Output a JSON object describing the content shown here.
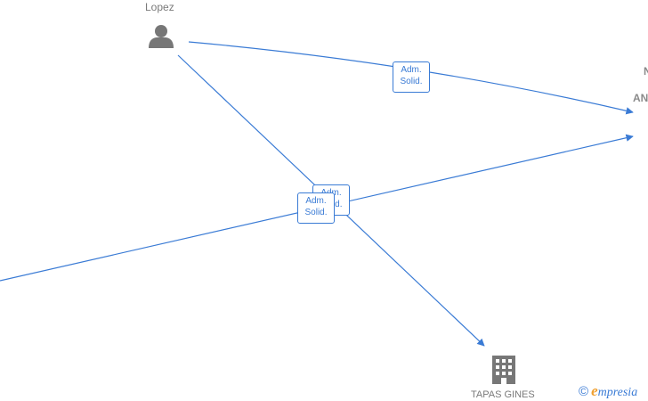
{
  "nodes": {
    "person_top": {
      "name": "Lopez",
      "icon": "person-icon"
    },
    "company_right": {
      "name_line1": "N",
      "name_line2": "AN"
    },
    "company_bottom": {
      "name": "TAPAS GINES",
      "icon": "building-icon"
    }
  },
  "edges": [
    {
      "line1": "Adm.",
      "line2": "Solid."
    },
    {
      "line1": "Adm.",
      "line2": "Solid."
    },
    {
      "line1": "Adm.",
      "line2": "Solid."
    }
  ],
  "watermark": {
    "copyright": "©",
    "brand_first": "e",
    "brand_rest": "mpresia"
  },
  "colors": {
    "edge": "#3a7bd5",
    "node_icon": "#777777",
    "label_text": "#7a7a7a",
    "brand_accent": "#f0a030"
  }
}
